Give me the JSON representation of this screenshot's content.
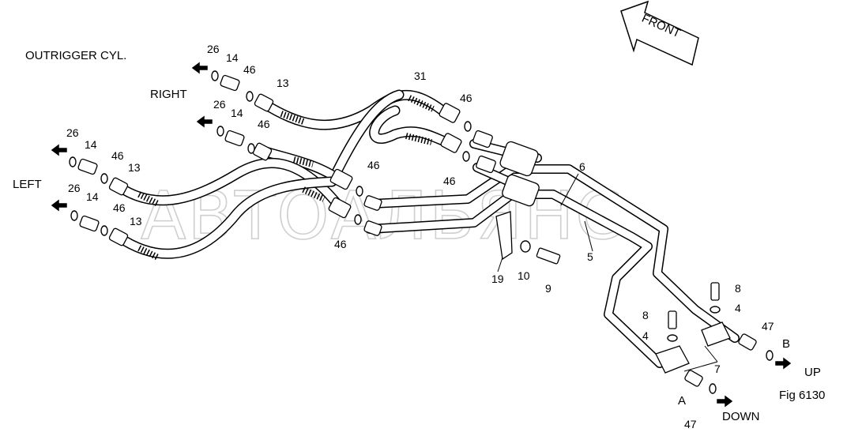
{
  "title": "OUTRIGGER CYL.",
  "side_labels": {
    "right": "RIGHT",
    "left": "LEFT"
  },
  "direction_badge": "FRONT",
  "directions": {
    "up": "UP",
    "down": "DOWN"
  },
  "ports": {
    "a": "A",
    "b": "B"
  },
  "figure": "Fig 6130",
  "watermark": "АВТОАЛЬЯНС",
  "callouts": [
    "26",
    "14",
    "46",
    "13",
    "26",
    "14",
    "46",
    "26",
    "14",
    "46",
    "13",
    "26",
    "14",
    "46",
    "13",
    "31",
    "46",
    "46",
    "46",
    "46",
    "6",
    "5",
    "19",
    "10",
    "9",
    "8",
    "4",
    "8",
    "4",
    "7",
    "47",
    "47"
  ],
  "icons": [
    "arrow-left-icon",
    "arrow-right-icon",
    "front-arrow-icon"
  ]
}
